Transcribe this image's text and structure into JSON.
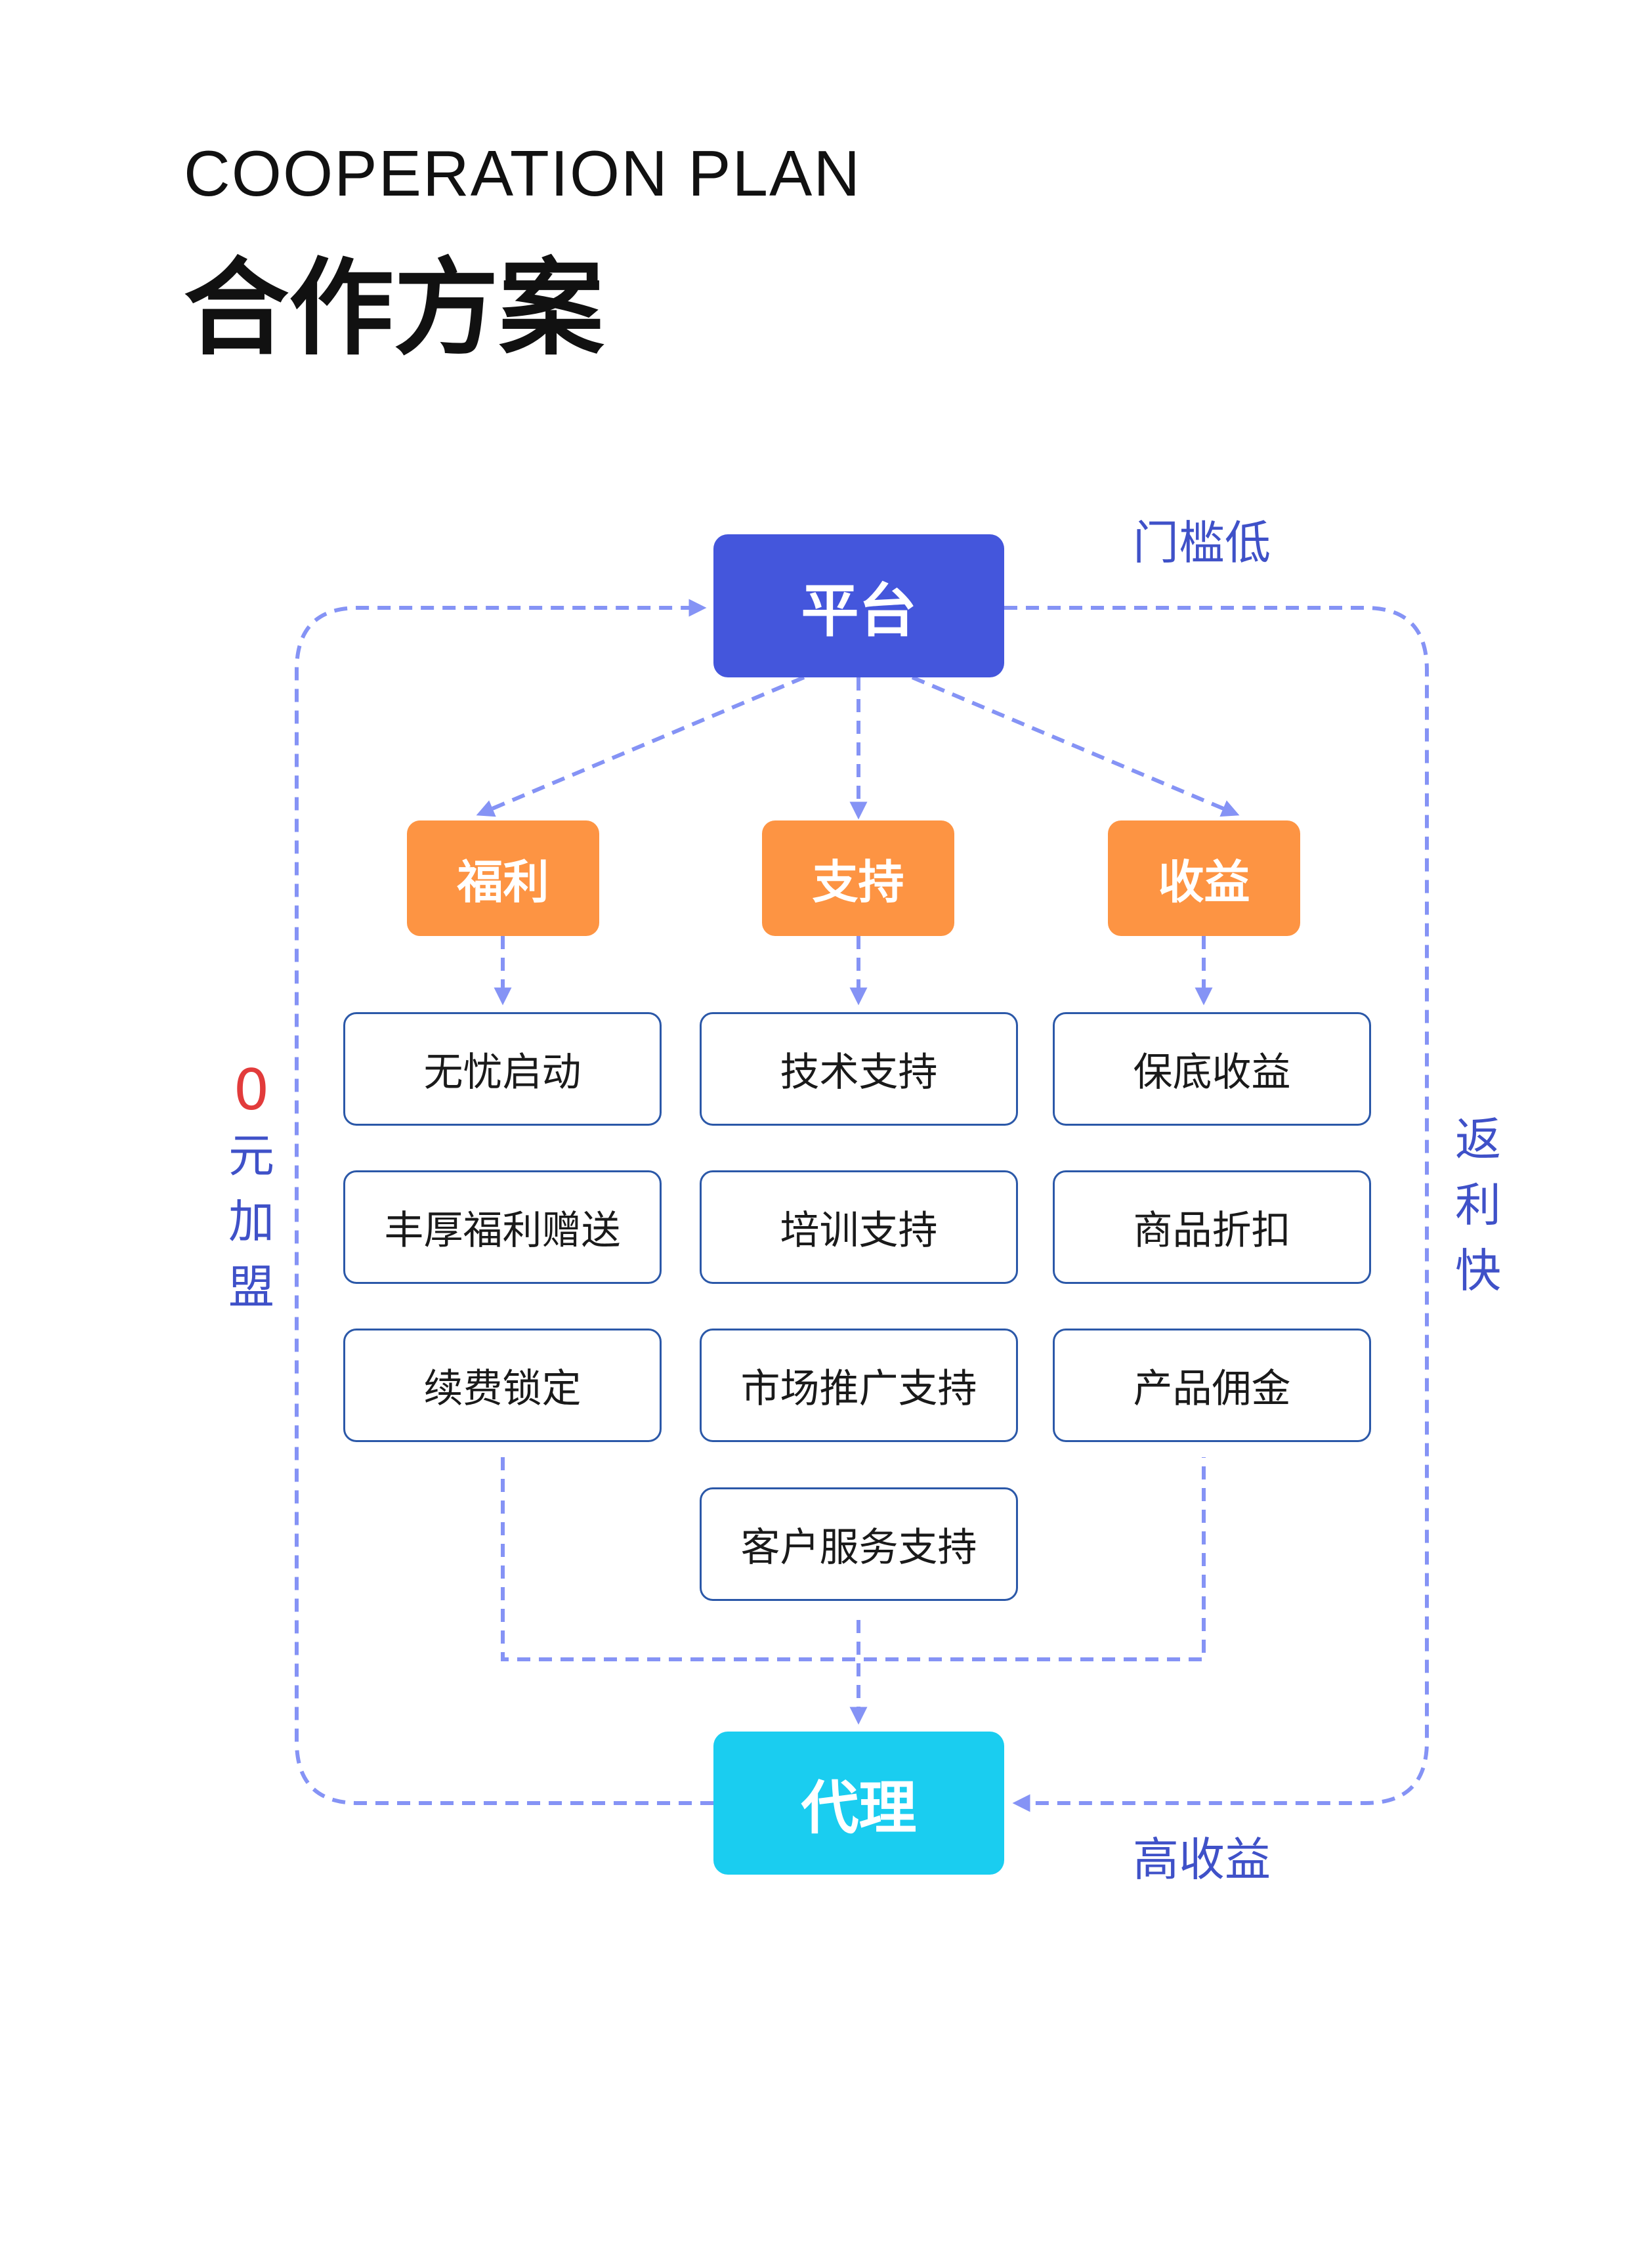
{
  "header": {
    "subtitle_en": "COOPERATION PLAN",
    "title_cn": "合作方案"
  },
  "diagram": {
    "top_node": "平台",
    "bottom_node": "代理",
    "categories": [
      {
        "label": "福利",
        "items": [
          "无忧启动",
          "丰厚福利赠送",
          "续费锁定"
        ]
      },
      {
        "label": "支持",
        "items": [
          "技术支持",
          "培训支持",
          "市场推广支持",
          "客户服务支持"
        ]
      },
      {
        "label": "收益",
        "items": [
          "保底收益",
          "商品折扣",
          "产品佣金"
        ]
      }
    ],
    "top_right_label": "门槛低",
    "bottom_right_label": "高收益",
    "left_label": [
      "0",
      "元",
      "加",
      "盟"
    ],
    "right_label": [
      "返",
      "利",
      "快"
    ]
  },
  "colors": {
    "platform": "#4456dc",
    "agent": "#1acdf0",
    "category": "#fd9443",
    "item_border": "#2b58a8",
    "connector": "#8593f5",
    "label_blue": "#3f51c8",
    "label_red": "#e23b3b"
  }
}
